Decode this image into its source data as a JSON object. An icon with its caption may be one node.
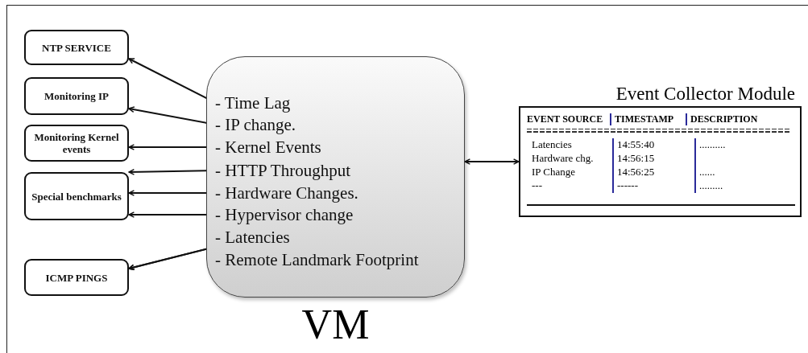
{
  "diagram": {
    "nodes": [
      {
        "text": [
          "NTP SERVICE"
        ]
      },
      {
        "text": [
          "Monitoring IP"
        ]
      },
      {
        "text": [
          "Monitoring Kernel events"
        ]
      },
      {
        "text": [
          "Special benchmarks"
        ]
      },
      {
        "text": [
          "ICMP PINGS"
        ]
      },
      {
        "text": [
          "VM"
        ]
      },
      {
        "text": [
          "- Time Lag"
        ],
        "in": 5
      },
      {
        "text": [
          "- IP change."
        ],
        "in": 5
      },
      {
        "text": [
          "- Kernel Events"
        ],
        "in": 5
      },
      {
        "text": [
          "- HTTP Throughput"
        ],
        "in": 5
      },
      {
        "text": [
          "- Hardware Changes."
        ],
        "in": 5
      },
      {
        "text": [
          "- Hypervisor change"
        ],
        "in": 5
      },
      {
        "text": [
          "- Latencies"
        ],
        "in": 5
      },
      {
        "text": [
          "- Remote Landmark Footprint"
        ],
        "in": 5
      },
      {
        "text": [
          "Event Collector Module"
        ]
      }
    ],
    "edges": [
      {
        "from": 0,
        "to": 6,
        "arrow": "both"
      },
      {
        "from": 1,
        "to": 7,
        "arrow": "both"
      },
      {
        "from": 2,
        "to": 8,
        "arrow": "both"
      },
      {
        "from": 3,
        "to": 9,
        "arrow": "both"
      },
      {
        "from": 3,
        "to": 10,
        "arrow": "both"
      },
      {
        "from": 3,
        "to": 11,
        "arrow": "both"
      },
      {
        "from": 4,
        "to": 12,
        "arrow": "both"
      },
      {
        "from": 4,
        "to": 13,
        "arrow": "both"
      },
      {
        "from": 5,
        "to": 14,
        "arrow": "both"
      }
    ],
    "labels": [
      "EVENT SOURCE",
      "TIMESTAMP",
      "DESCRIPTION",
      "Latencies",
      "14:55:40",
      "..........",
      "Hardware chg.",
      "14:56:15",
      "IP Change",
      "14:56:25",
      "......",
      "---",
      "------",
      "........."
    ]
  }
}
